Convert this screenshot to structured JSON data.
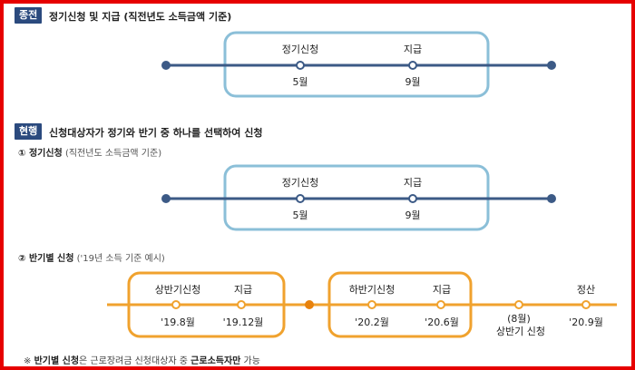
{
  "colors": {
    "badge": "#2b4a7e",
    "blue_line": "#3c5a86",
    "blue_box": "#8bbfd8",
    "orange": "#f0a22e",
    "orange_dot": "#e8820c",
    "frame": "#e60000"
  },
  "section1": {
    "badge": "종전",
    "title": "정기신청 및 지급 (직전년도 소득금액 기준)",
    "labels_top": [
      "정기신청",
      "지급"
    ],
    "labels_bottom": [
      "5월",
      "9월"
    ]
  },
  "section2": {
    "badge": "현행",
    "title": "신청대상자가 정기와 반기 중 하나를 선택하여 신청",
    "sub1_title": "① 정기신청",
    "sub1_note": "(직전년도 소득금액 기준)",
    "labels_top": [
      "정기신청",
      "지급"
    ],
    "labels_bottom": [
      "5월",
      "9월"
    ],
    "sub2_title": "② 반기별 신청",
    "sub2_note": "('19년 소득 기준 예시)",
    "half_top": [
      "상반기신청",
      "지급",
      "하반기신청",
      "지급",
      "정산"
    ],
    "half_bottom": [
      "'19.8월",
      "'19.12월",
      "'20.2월",
      "'20.6월",
      "'20.9월"
    ],
    "half_mid_top": "(8월)",
    "half_mid_bottom": "상반기 신청"
  },
  "footnote": {
    "prefix": "※ ",
    "bold1": "반기별 신청",
    "mid": "은 근로장려금 신청대상자 중 ",
    "bold2": "근로소득자만",
    "suffix": " 가능"
  }
}
